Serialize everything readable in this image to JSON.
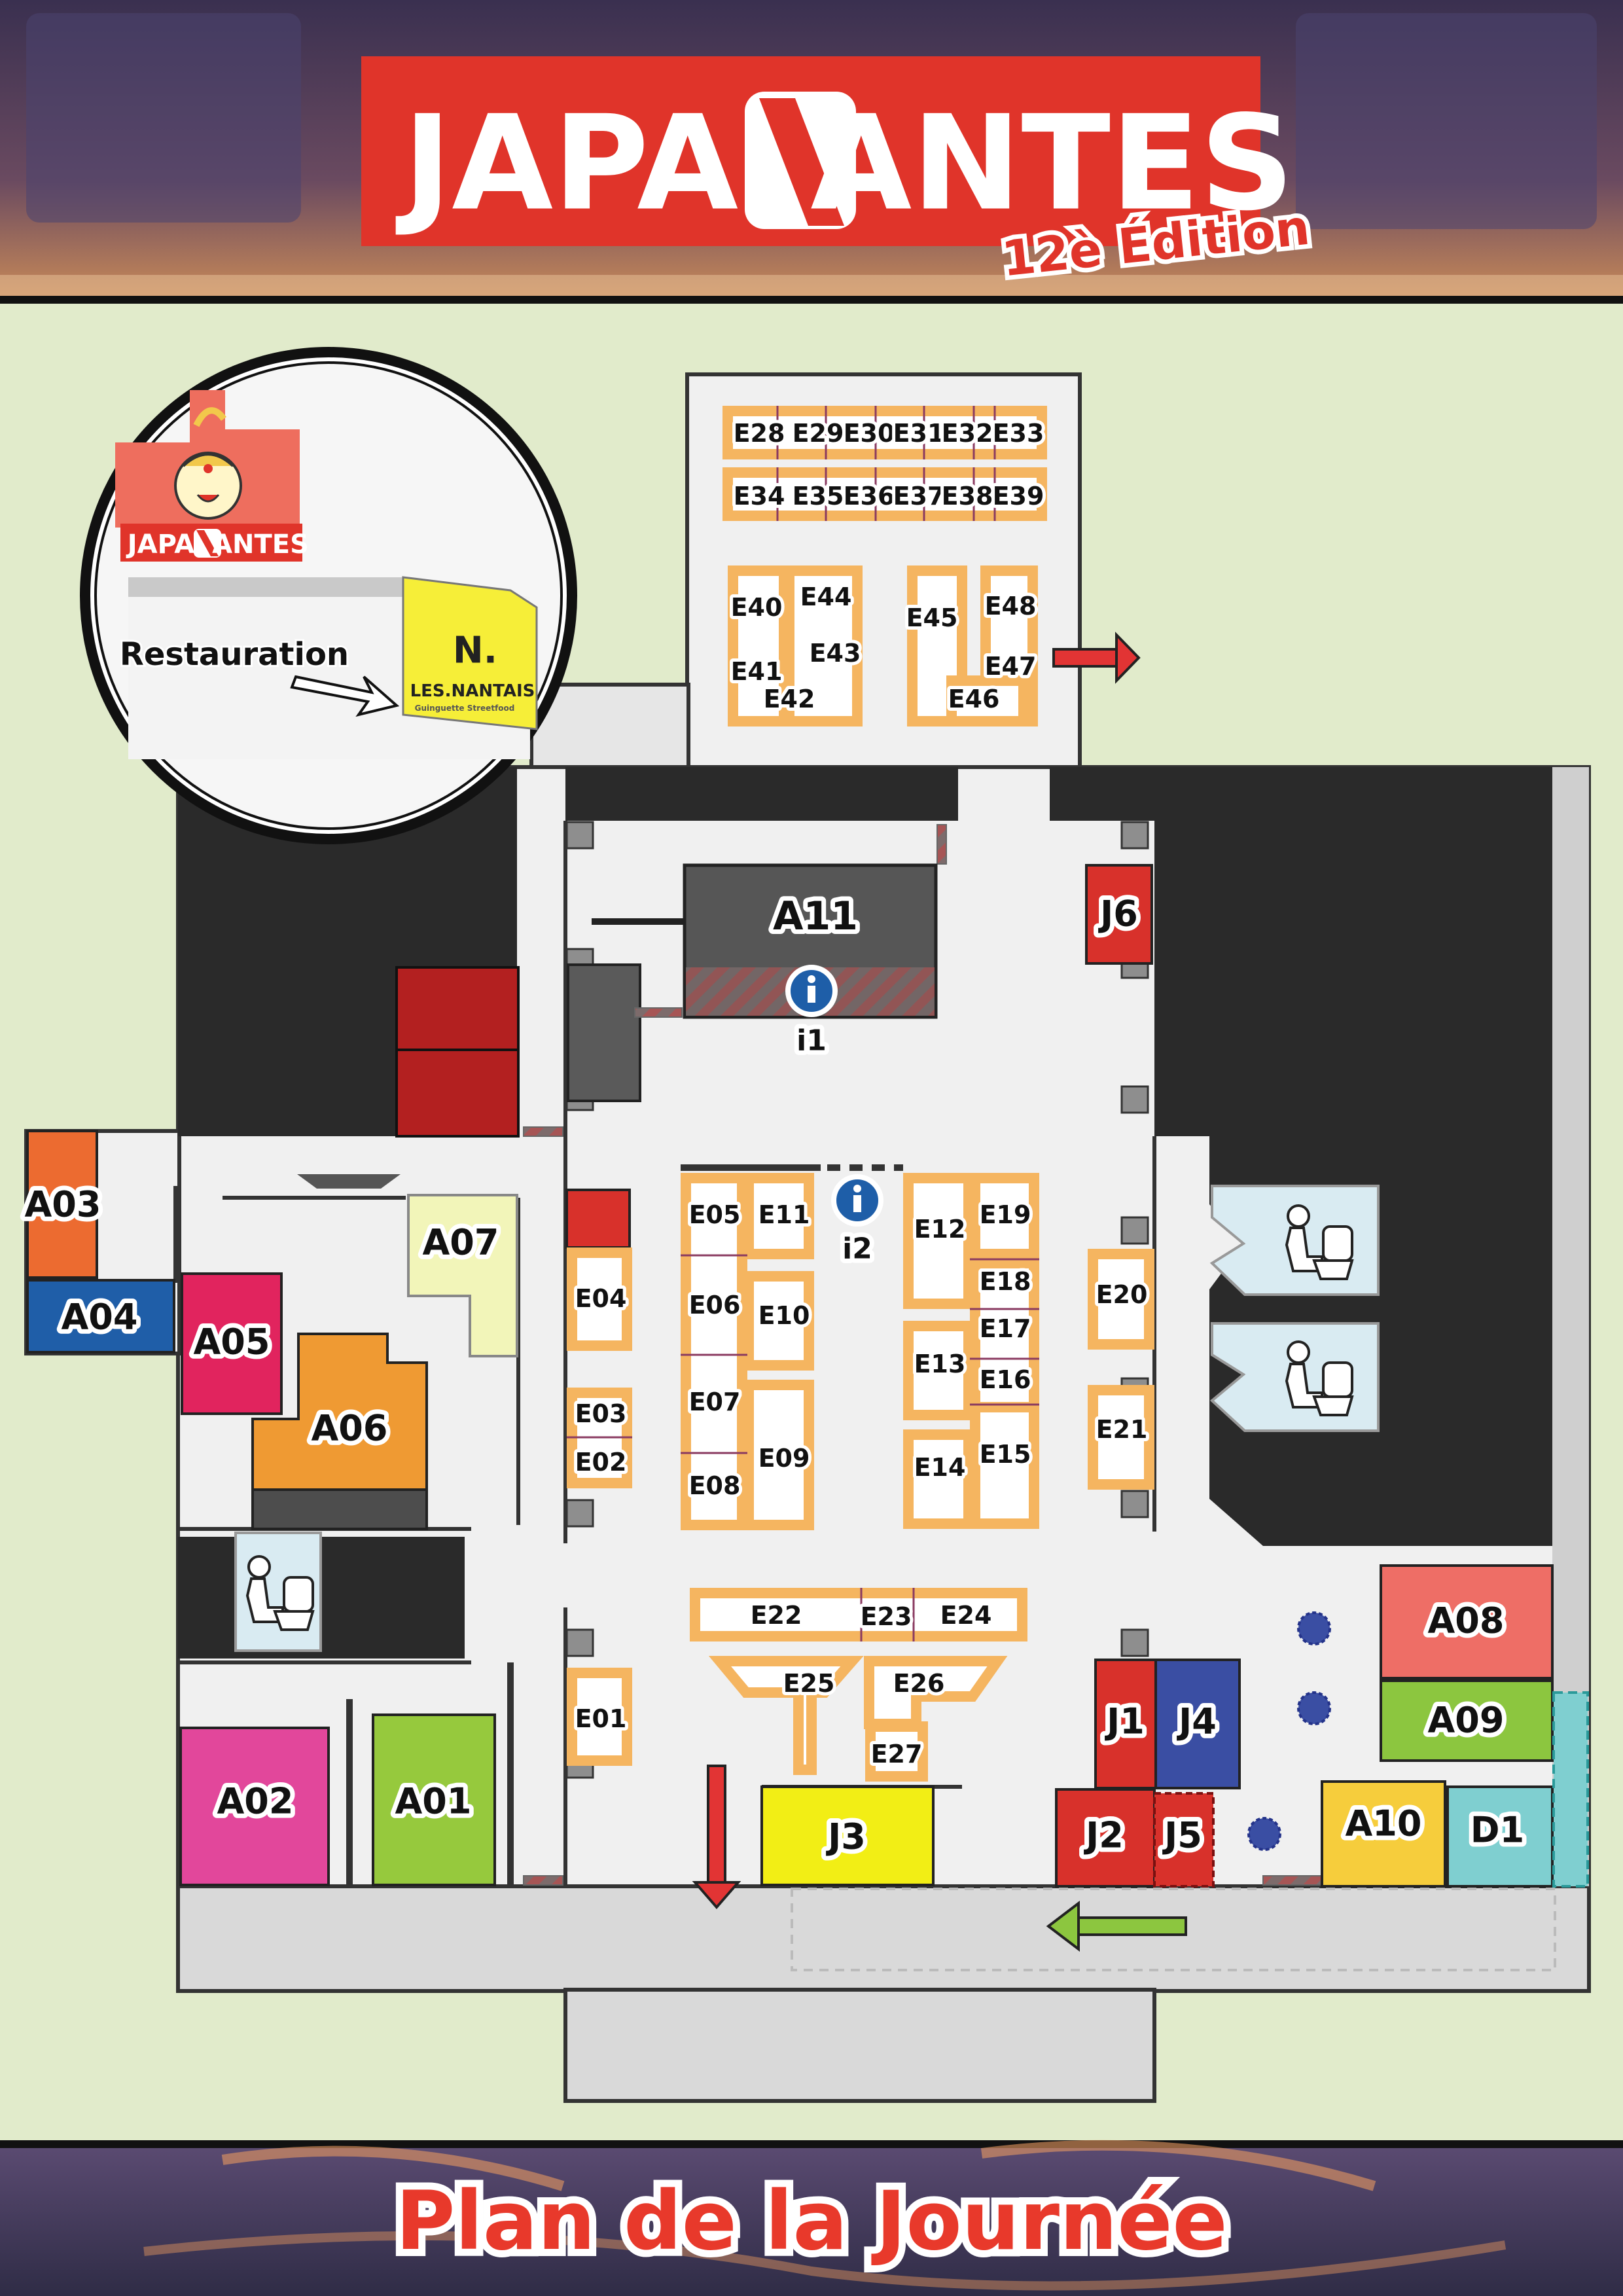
{
  "header": {
    "brand_left": "JAPA",
    "brand_mark": "N",
    "brand_right": "ANTES",
    "edition": "12è Édition",
    "brand_color": "#e0342a"
  },
  "footer": {
    "title": "Plan de la Journée",
    "title_color": "#e8392b"
  },
  "inset": {
    "brand_left": "JAPA",
    "brand_mark": "N",
    "brand_right": "ANTES",
    "restaurant_logo": "N.",
    "restaurant_name": "LES.NANTAIS",
    "restaurant_tagline": "Guinguette Streetfood",
    "restaurant_label": "Restauration"
  },
  "info_points": {
    "i1": "i1",
    "i2": "i2",
    "icon": "info-icon"
  },
  "stands": {
    "A01": "A01",
    "A02": "A02",
    "A03": "A03",
    "A04": "A04",
    "A05": "A05",
    "A06": "A06",
    "A07": "A07",
    "A08": "A08",
    "A09": "A09",
    "A10": "A10",
    "A11": "A11",
    "D1": "D1",
    "J1": "J1",
    "J2": "J2",
    "J3": "J3",
    "J4": "J4",
    "J5": "J5",
    "J6": "J6",
    "E01": "E01",
    "E02": "E02",
    "E03": "E03",
    "E04": "E04",
    "E05": "E05",
    "E06": "E06",
    "E07": "E07",
    "E08": "E08",
    "E09": "E09",
    "E10": "E10",
    "E11": "E11",
    "E12": "E12",
    "E13": "E13",
    "E14": "E14",
    "E15": "E15",
    "E16": "E16",
    "E17": "E17",
    "E18": "E18",
    "E19": "E19",
    "E20": "E20",
    "E21": "E21",
    "E22": "E22",
    "E23": "E23",
    "E24": "E24",
    "E25": "E25",
    "E26": "E26",
    "E27": "E27",
    "E28": "E28",
    "E29": "E29",
    "E30": "E30",
    "E31": "E31",
    "E32": "E32",
    "E33": "E33",
    "E34": "E34",
    "E35": "E35",
    "E36": "E36",
    "E37": "E37",
    "E38": "E38",
    "E39": "E39",
    "E40": "E40",
    "E41": "E41",
    "E42": "E42",
    "E43": "E43",
    "E44": "E44",
    "E45": "E45",
    "E46": "E46",
    "E47": "E47",
    "E48": "E48"
  },
  "colors": {
    "A01": "#96c93d",
    "A02": "#e2479b",
    "A03": "#ec6b30",
    "A04": "#1f5ea8",
    "A05": "#e1245e",
    "A06": "#ef9a33",
    "A07": "#f2f5b9",
    "A08": "#ee6e66",
    "A09": "#8cc63f",
    "A10": "#f6cd3c",
    "A11": "#565656",
    "D1": "#7fcfd0",
    "J1": "#d8312b",
    "J2": "#d8312b",
    "J3": "#f2ee15",
    "J4": "#3a4ea3",
    "J5": "#d8312b",
    "J6": "#d8312b",
    "booth_trim": "#f5b560",
    "blocked_zone": "#2a2a2a",
    "floor": "#f0f0f0",
    "corridor": "#d9d9d9",
    "exit_arrow": "#e23434",
    "entrance_arrow": "#8cc63f"
  },
  "icons": [
    "toilet-icon",
    "info-icon",
    "exit-arrow-icon",
    "entrance-arrow-icon",
    "mascot-icon"
  ]
}
